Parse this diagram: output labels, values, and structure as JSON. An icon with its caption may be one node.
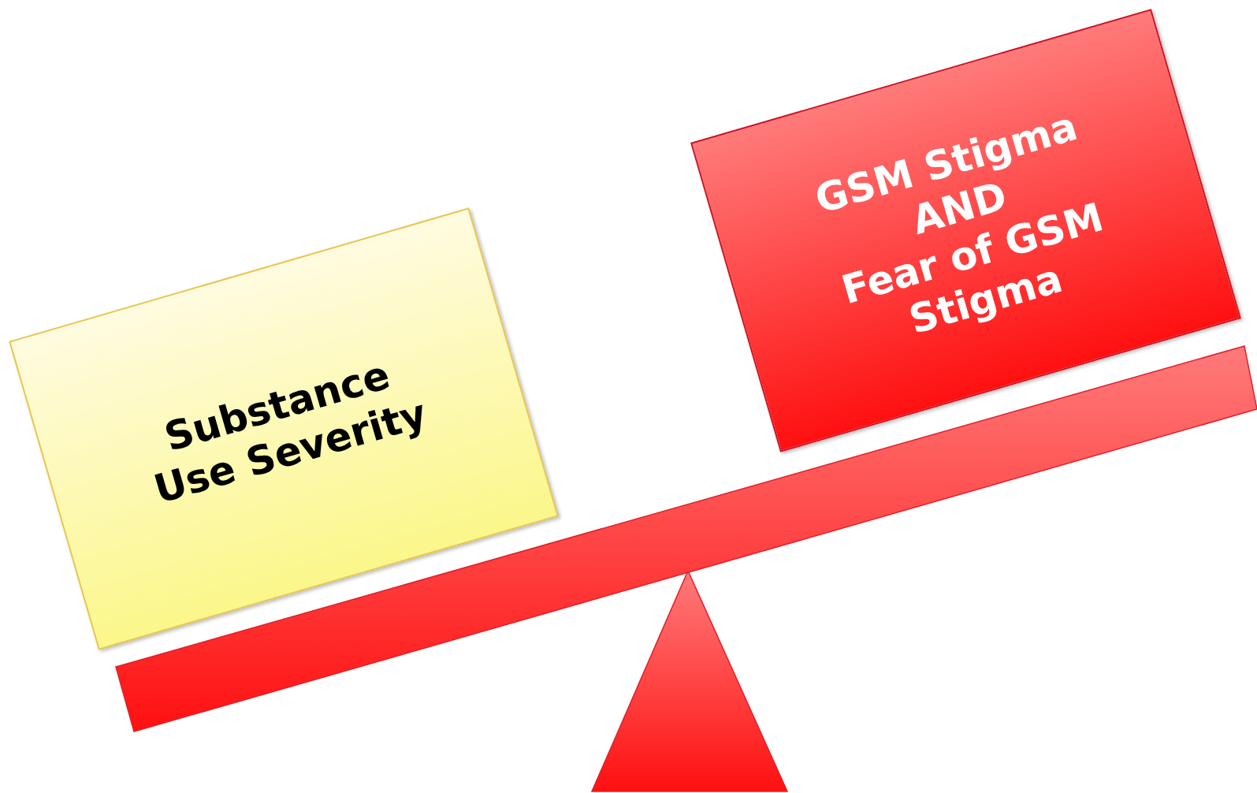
{
  "diagram": {
    "nodes": [
      {
        "text": [
          "Substance Use Severity"
        ]
      },
      {
        "text": [
          "GSM Stigma",
          "AND",
          "Fear of GSM Stigma"
        ]
      }
    ]
  }
}
